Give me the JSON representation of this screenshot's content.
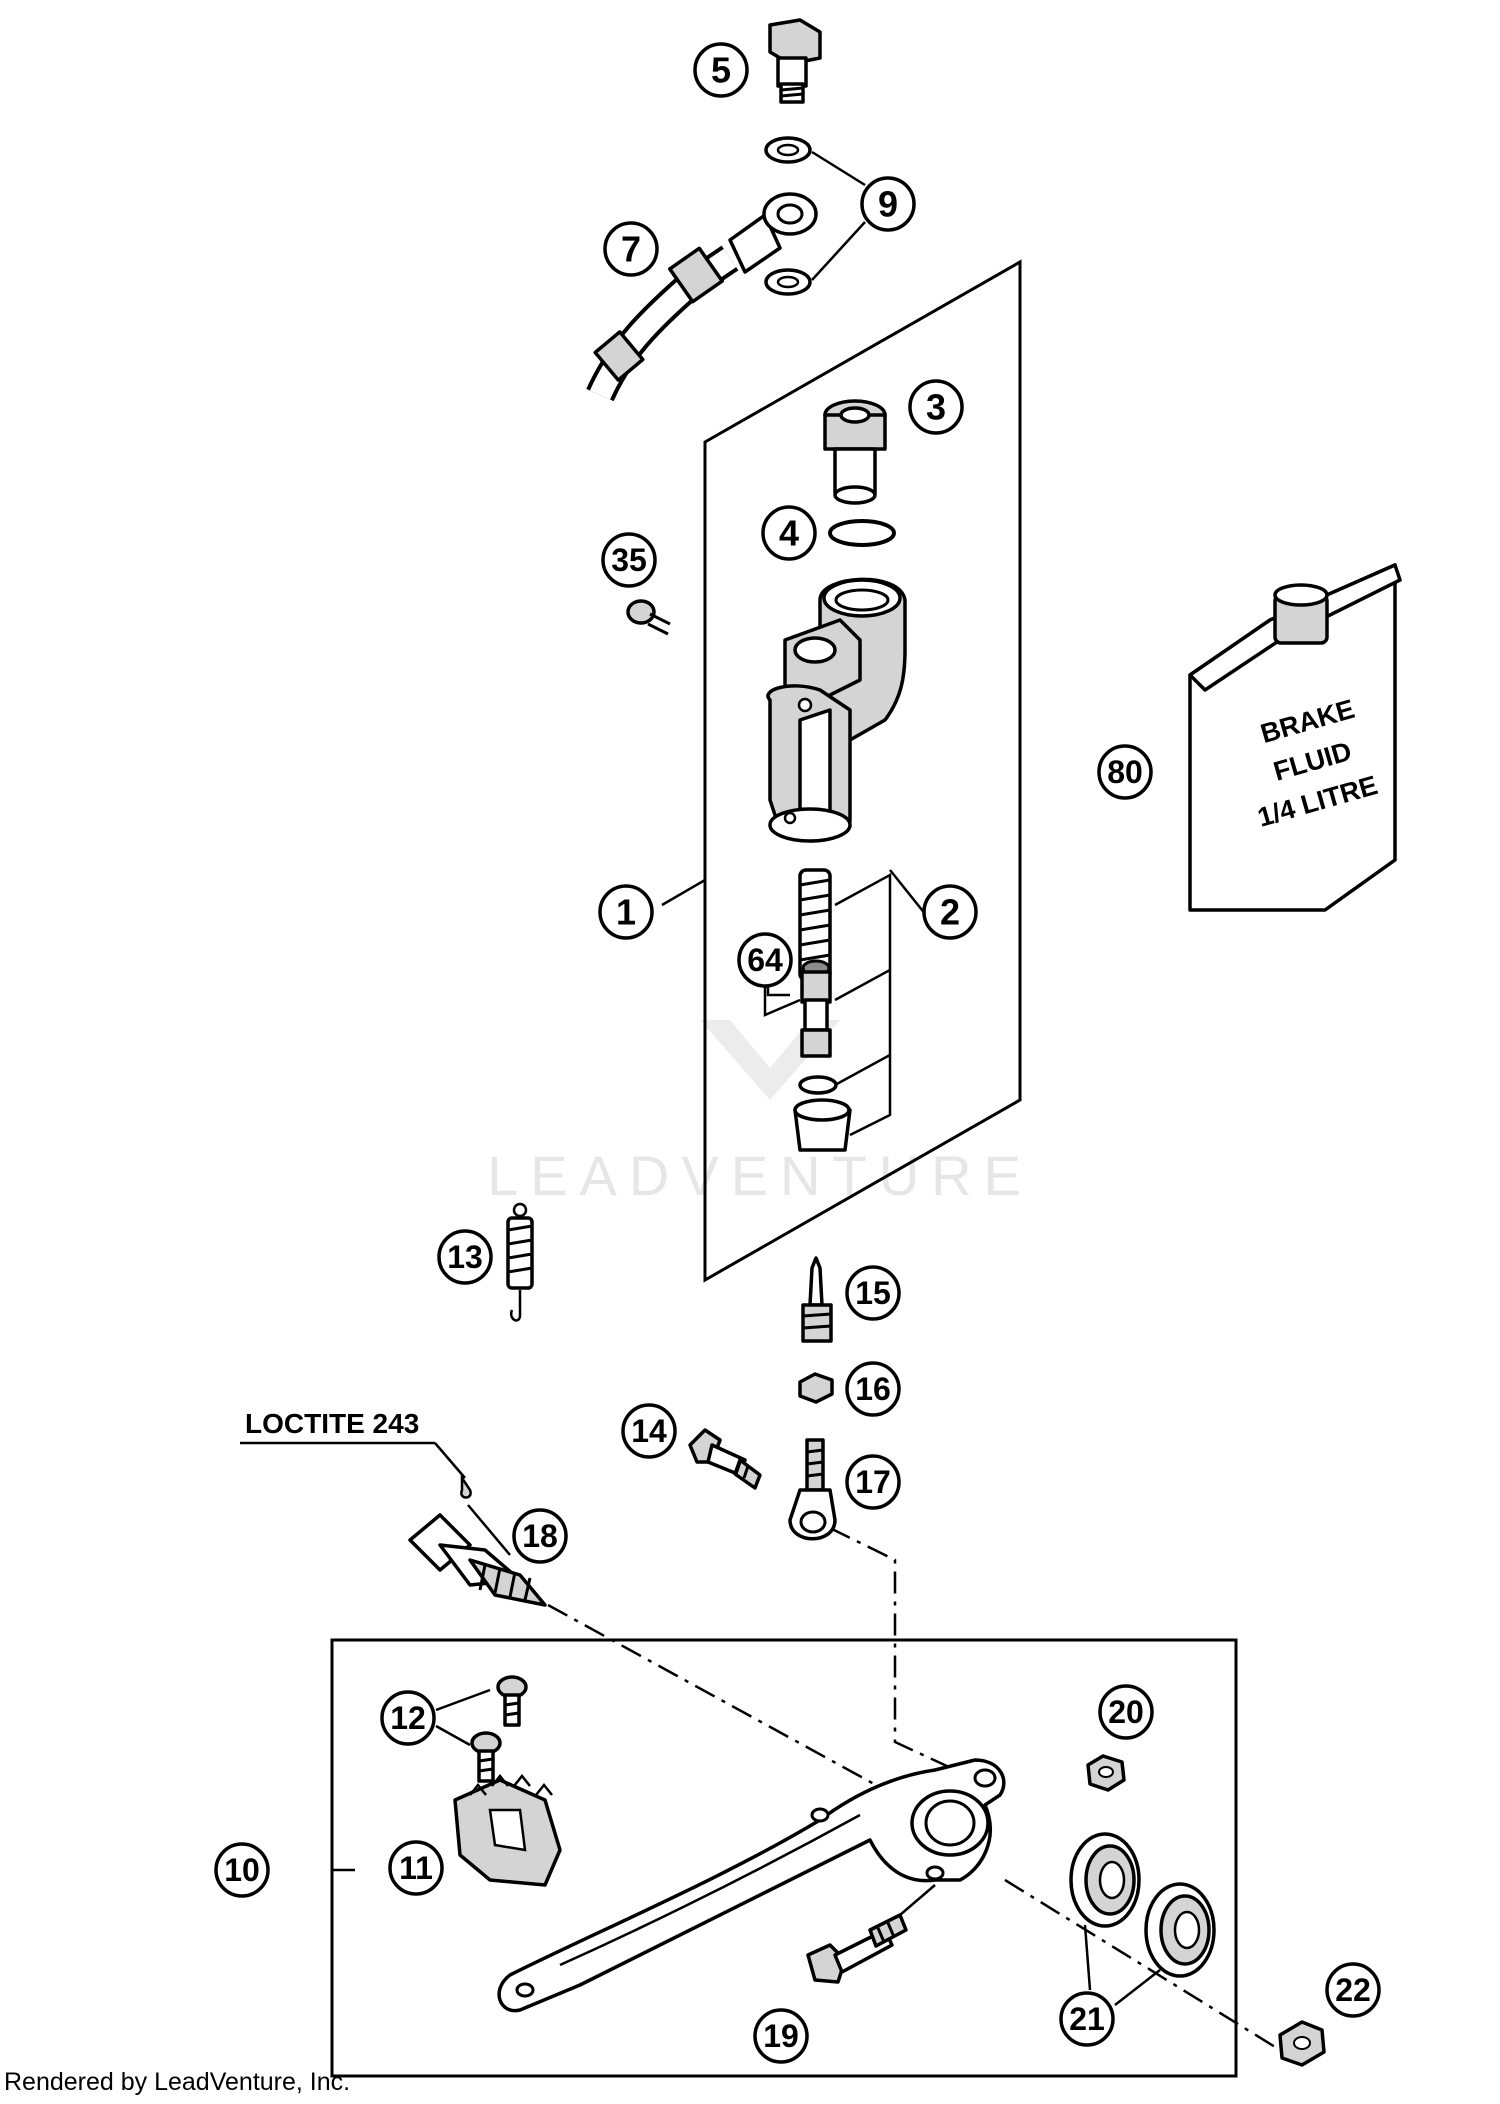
{
  "diagram": {
    "callouts": [
      "5",
      "9",
      "7",
      "3",
      "4",
      "35",
      "80",
      "1",
      "2",
      "64",
      "13",
      "15",
      "16",
      "14",
      "17",
      "18",
      "12",
      "20",
      "10",
      "11",
      "19",
      "21",
      "22"
    ],
    "loctite_label": "LOCTITE 243",
    "brake_fluid_label": [
      "BRAKE",
      "FLUID",
      "1/4 LITRE"
    ],
    "watermark": "LEADVENTURE"
  },
  "footer": {
    "credit": "Rendered by LeadVenture, Inc."
  }
}
